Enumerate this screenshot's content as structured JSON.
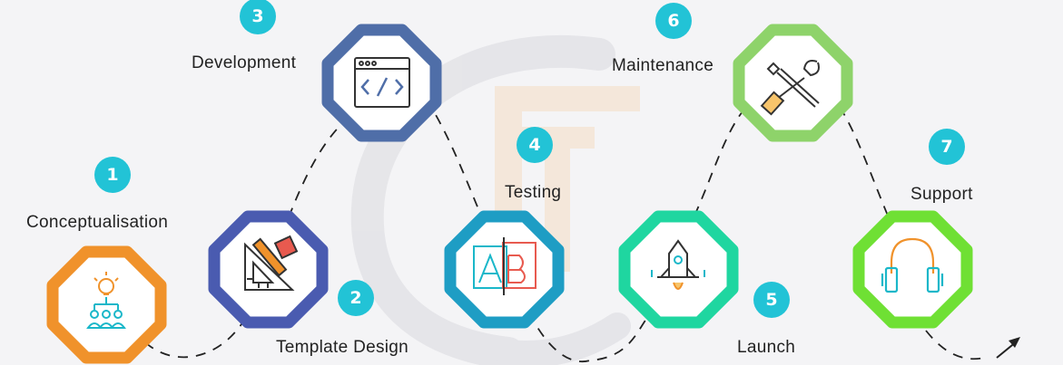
{
  "steps": [
    {
      "number": "1",
      "label": "Conceptualisation",
      "color": "#f0922b",
      "icon": "idea-team-icon"
    },
    {
      "number": "2",
      "label": "Template Design",
      "color": "#4a5bb0",
      "icon": "design-tools-icon"
    },
    {
      "number": "3",
      "label": "Development",
      "color": "#4f6ea8",
      "icon": "code-window-icon"
    },
    {
      "number": "4",
      "label": "Testing",
      "color": "#1e9dc4",
      "icon": "ab-test-icon"
    },
    {
      "number": "5",
      "label": "Launch",
      "color": "#1fd6a0",
      "icon": "rocket-launch-icon"
    },
    {
      "number": "6",
      "label": "Maintenance",
      "color": "#8ed36a",
      "icon": "tools-icon"
    },
    {
      "number": "7",
      "label": "Support",
      "color": "#6fe034",
      "icon": "headphones-icon"
    }
  ],
  "colors": {
    "badge": "#22c3d6",
    "path": "#222222",
    "watermark": "#e2e2e6",
    "watermark_accent": "#f6e6d6"
  }
}
